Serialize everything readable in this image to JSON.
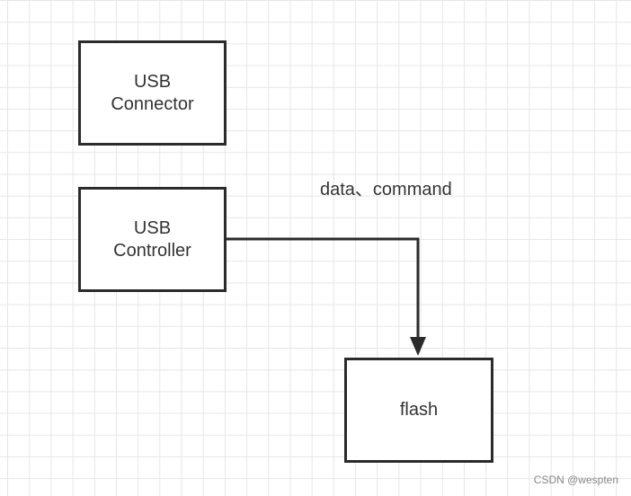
{
  "diagram": {
    "nodes": [
      {
        "id": "usb-connector",
        "label": "USB\nConnector"
      },
      {
        "id": "usb-controller",
        "label": "USB\nController"
      },
      {
        "id": "flash",
        "label": "flash"
      }
    ],
    "edges": [
      {
        "from": "usb-controller",
        "to": "flash",
        "label": "data、command"
      }
    ]
  },
  "watermark": "CSDN @wespten",
  "colors": {
    "grid": "#e6e6e6",
    "stroke": "#2b2b2b",
    "text": "#333333"
  }
}
